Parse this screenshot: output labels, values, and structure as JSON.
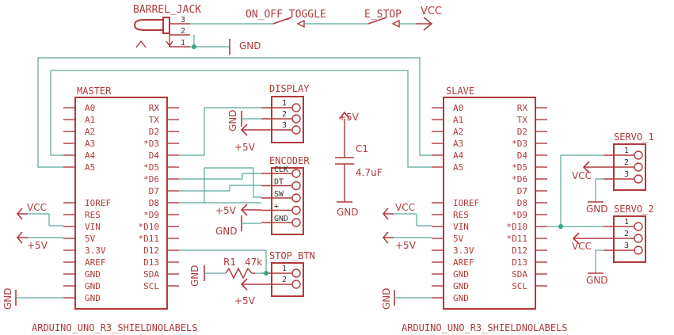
{
  "barrel_jack": {
    "label": "BARREL_JACK",
    "pins": [
      "3",
      "2",
      "1"
    ]
  },
  "switches": {
    "toggle": "ON_OFF_TOGGLE",
    "estop": "E_STOP"
  },
  "nets": {
    "vcc": "VCC",
    "gnd": "GND",
    "p5v": "+5V"
  },
  "master": {
    "label": "MASTER",
    "footer": "ARDUINO_UNO_R3_SHIELDNOLABELS",
    "left_pins": [
      "A0",
      "A1",
      "A2",
      "A3",
      "A4",
      "A5",
      "IOREF",
      "RES",
      "VIN",
      "5V",
      "3.3V",
      "AREF",
      "GND",
      "GND",
      "GND"
    ],
    "right_pins": [
      "RX",
      "TX",
      "D2",
      "*D3",
      "D4",
      "*D5",
      "*D6",
      "D7",
      "D8",
      "*D9",
      "*D10",
      "*D11",
      "D12",
      "D13",
      "SDA",
      "SCL"
    ]
  },
  "slave": {
    "label": "SLAVE",
    "footer": "ARDUINO_UNO_R3_SHIELDNOLABELS",
    "left_pins": [
      "A0",
      "A1",
      "A2",
      "A3",
      "A4",
      "A5",
      "IOREF",
      "RES",
      "VIN",
      "5V",
      "3.3V",
      "AREF",
      "GND",
      "GND",
      "GND"
    ],
    "right_pins": [
      "RX",
      "TX",
      "D2",
      "*D3",
      "D4",
      "*D5",
      "*D6",
      "D7",
      "D8",
      "*D9",
      "*D10",
      "*D11",
      "D12",
      "D13",
      "SDA",
      "SCL"
    ]
  },
  "display": {
    "label": "DISPLAY",
    "pins": [
      "1",
      "2",
      "3"
    ]
  },
  "encoder": {
    "label": "ENCODER",
    "pins": [
      "CLK",
      "DT",
      "SW",
      "+",
      "GND"
    ]
  },
  "stop_btn": {
    "label": "STOP_BTN",
    "pins": [
      "1",
      "2"
    ]
  },
  "capacitor": {
    "name": "C1",
    "value": "4.7uF"
  },
  "resistor": {
    "name": "R1",
    "value": "47k"
  },
  "servo1": {
    "label": "SERVO_1",
    "pins": [
      "1",
      "2",
      "3"
    ]
  },
  "servo2": {
    "label": "SERVO_2",
    "pins": [
      "1",
      "2",
      "3"
    ]
  }
}
